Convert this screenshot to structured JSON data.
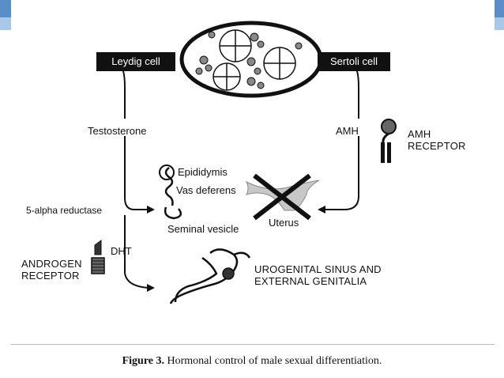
{
  "labels": {
    "leydig": "Leydig cell",
    "sertoli": "Sertoli cell",
    "testosterone": "Testosterone",
    "amh": "AMH",
    "amh_receptor_1": "AMH",
    "amh_receptor_2": "RECEPTOR",
    "epididymis": "Epididymis",
    "vas_deferens": "Vas deferens",
    "seminal_vesicle": "Seminal vesicle",
    "uterus": "Uterus",
    "five_alpha": "5-alpha reductase",
    "dht": "DHT",
    "androgen_1": "ANDROGEN",
    "androgen_2": "RECEPTOR",
    "urogenital_1": "UROGENITAL SINUS AND",
    "urogenital_2": "EXTERNAL GENITALIA"
  },
  "caption": {
    "label": "Figure 3.",
    "text": " Hormonal control of male sexual differentiation."
  },
  "colors": {
    "header": "#5a8ec9",
    "header_accent": "#a9c8e8",
    "ink": "#111111"
  }
}
